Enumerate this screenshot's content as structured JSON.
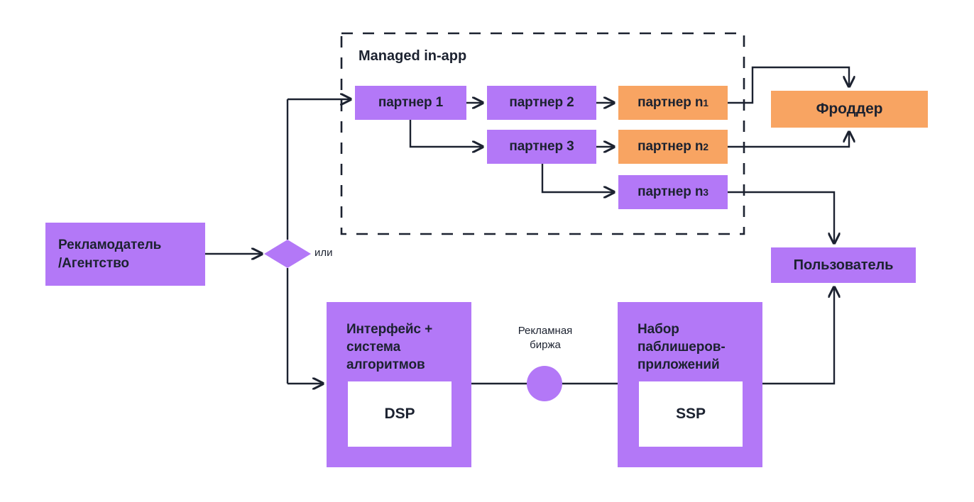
{
  "diagram": {
    "title_group": "Managed in-app",
    "decision_label": "или",
    "exchange_label": "Рекламная\nбиржа",
    "colors": {
      "purple": "#b378f7",
      "orange": "#f8a462",
      "line": "#1c2230",
      "text": "#1c2230",
      "background": "#ffffff"
    },
    "nodes": {
      "advertiser": "Рекламодатель\n/Агентство",
      "partner1": "партнер 1",
      "partner2": "партнер 2",
      "partner3": "партнер 3",
      "partner_n1_base": "партнер n",
      "partner_n1_sub": "1",
      "partner_n2_base": "партнер n",
      "partner_n2_sub": "2",
      "partner_n3_base": "партнер n",
      "partner_n3_sub": "3",
      "frodder": "Фроддер",
      "user": "Пользователь",
      "dsp_caption": "Интерфейс +\nсистема\nалгоритмов",
      "dsp": "DSP",
      "ssp_caption": "Набор\nпаблишеров-\nприложений",
      "ssp": "SSP",
      "exchange_top": "Рекламная",
      "exchange_bottom": "биржа"
    }
  }
}
